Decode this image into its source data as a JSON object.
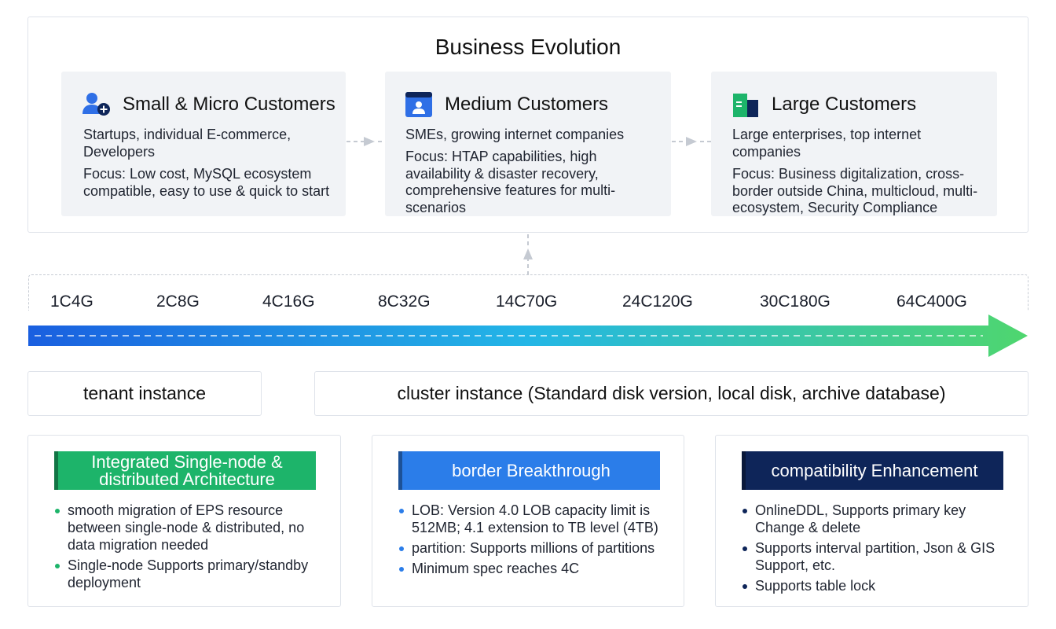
{
  "business": {
    "title": "Business Evolution",
    "customers": [
      {
        "icon": "user-add-icon",
        "title": "Small & Micro Customers",
        "desc": "Startups, individual E-commerce, Developers",
        "focus": "Focus: Low cost, MySQL ecosystem compatible, easy to use & quick to start"
      },
      {
        "icon": "browser-user-icon",
        "title": "Medium Customers",
        "desc": "SMEs, growing internet companies",
        "focus": "Focus: HTAP capabilities, high availability & disaster recovery, comprehensive features for multi-scenarios"
      },
      {
        "icon": "building-icon",
        "title": "Large Customers",
        "desc": "Large enterprises, top internet companies",
        "focus": "Focus: Business digitalization, cross-border outside China, multicloud, multi-ecosystem, Security Compliance"
      }
    ]
  },
  "specs": [
    "1C4G",
    "2C8G",
    "4C16G",
    "8C32G",
    "14C70G",
    "24C120G",
    "30C180G",
    "64C400G"
  ],
  "instances": {
    "tenant": "tenant instance",
    "cluster": "cluster instance (Standard disk version, local disk, archive database)"
  },
  "features": [
    {
      "title": "Integrated Single-node & distributed Architecture",
      "color": "#1db46a",
      "bullet_color": "#1db46a",
      "items": [
        "smooth migration of EPS resource between single-node & distributed, no data migration needed",
        "Single-node Supports primary/standby deployment"
      ]
    },
    {
      "title": "border Breakthrough",
      "color": "#2b7de9",
      "bullet_color": "#2b7de9",
      "items": [
        "LOB: Version 4.0 LOB capacity limit is 512MB; 4.1 extension to TB level (4TB)",
        "partition: Supports millions of partitions",
        "Minimum spec reaches 4C"
      ]
    },
    {
      "title": "compatibility Enhancement",
      "color": "#0e2559",
      "bullet_color": "#0e2559",
      "items": [
        "OnlineDDL, Supports primary key Change & delete",
        "Supports interval partition, Json & GIS Support, etc.",
        "Supports table lock"
      ]
    }
  ],
  "colors": {
    "gradient_start": "#1a5fe0",
    "gradient_mid": "#23b6e6",
    "gradient_end": "#4fd66e",
    "dashed_connector": "#c5cad2"
  }
}
